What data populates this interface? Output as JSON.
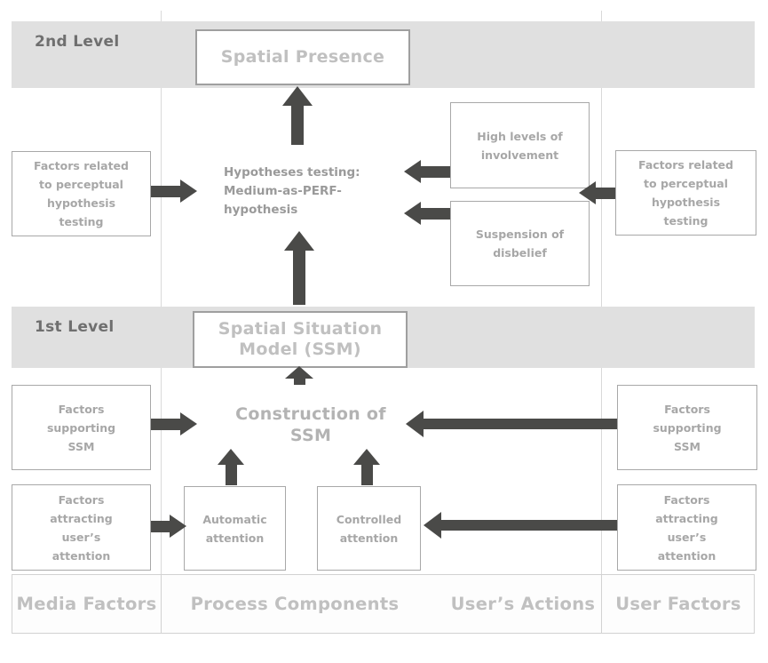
{
  "title": "Spatial Presence two-level process model",
  "palette": {
    "band_fill": "#e0e0e0",
    "arrow": "#4a4a48",
    "box_border": "#a8a8a8",
    "box_text": "#a7a7a7",
    "band_label_text": "#6f6f6f",
    "big_box_text": "#c0c0c0",
    "center_text": "#9a9a9a",
    "footer_text": "#c0c0c0"
  },
  "bands": {
    "second_level": "2nd Level",
    "first_level": "1st Level"
  },
  "boxes": {
    "spatial_presence": "Spatial Presence",
    "ssm": "Spatial Situation\nModel (SSM)",
    "high_involvement": "High levels of\ninvolvement",
    "suspension_disbelief": "Suspension of\ndisbelief",
    "factors_perceptual": "Factors related\nto perceptual\nhypothesis\ntesting",
    "factors_supporting": "Factors\nsupporting\nSSM",
    "factors_attracting": "Factors\nattracting\nuser’s\nattention",
    "automatic_attention": "Automatic\nattention",
    "controlled_attention": "Controlled\nattention"
  },
  "labels": {
    "hypotheses_testing": "Hypotheses testing:\nMedium-as-PERF-\nhypothesis",
    "construction_ssm": "Construction of\nSSM"
  },
  "footer": {
    "media_factors": "Media Factors",
    "process_components": "Process Components",
    "users_actions": "User’s Actions",
    "user_factors": "User Factors"
  }
}
